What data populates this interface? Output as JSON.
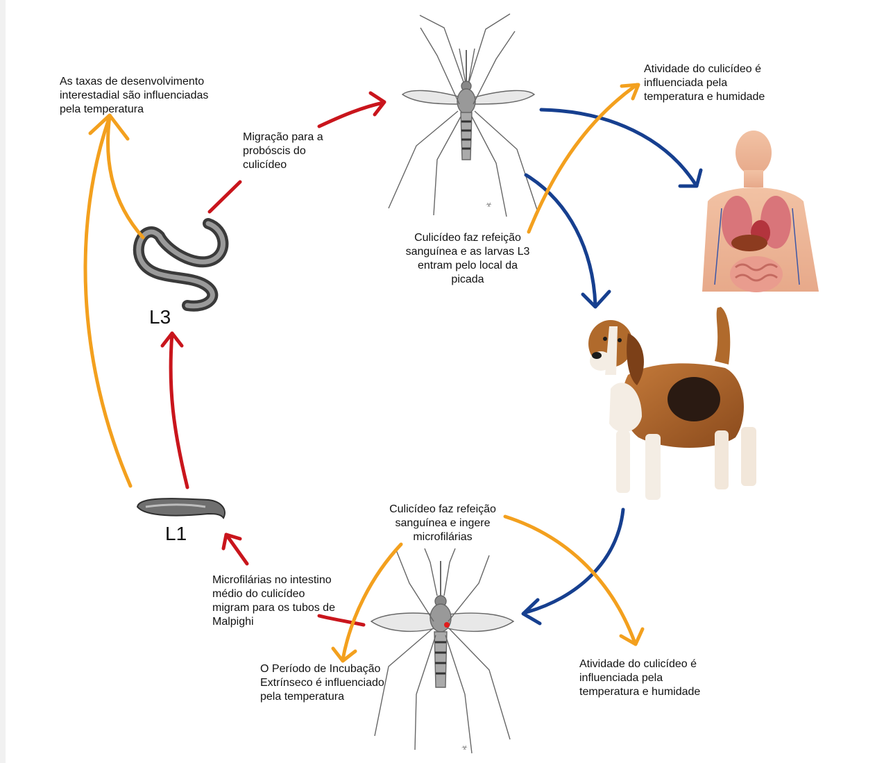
{
  "stages": {
    "l3": "L3",
    "l1": "L1"
  },
  "labels": {
    "development_rate": [
      "As taxas de desenvolvimento",
      "interestadial são influenciadas",
      "pela temperatura"
    ],
    "migration_proboscis": [
      "Migração para a",
      "probóscis do",
      "culicídeo"
    ],
    "activity_top": [
      "Atividade do culicídeo é",
      "influenciada pela",
      "temperatura e humidade"
    ],
    "blood_meal_l3": [
      "Culicídeo faz refeição",
      "sanguínea e as larvas L3",
      "entram pelo local da",
      "picada"
    ],
    "blood_meal_ingest": [
      "Culicídeo faz refeição",
      "sanguínea e ingere",
      "microfilárias"
    ],
    "microfilariae": [
      "Microfilárias no intestino",
      "médio do culicídeo",
      "migram para os tubos de",
      "Malpighi"
    ],
    "incubation": [
      "O Período de Incubação",
      "Extrínseco é influenciado",
      "pela temperatura"
    ],
    "activity_bottom": [
      "Atividade do culicídeo é",
      "influenciada pela",
      "temperatura e humidade"
    ]
  },
  "colors": {
    "red_arrows": "#c9151c",
    "blue_arrows": "#163f8f",
    "orange_arrows": "#f3a01e"
  },
  "images": [
    "mosquito-top",
    "mosquito-bottom",
    "l3-larva",
    "l1-larva",
    "human-host",
    "dog-host"
  ]
}
